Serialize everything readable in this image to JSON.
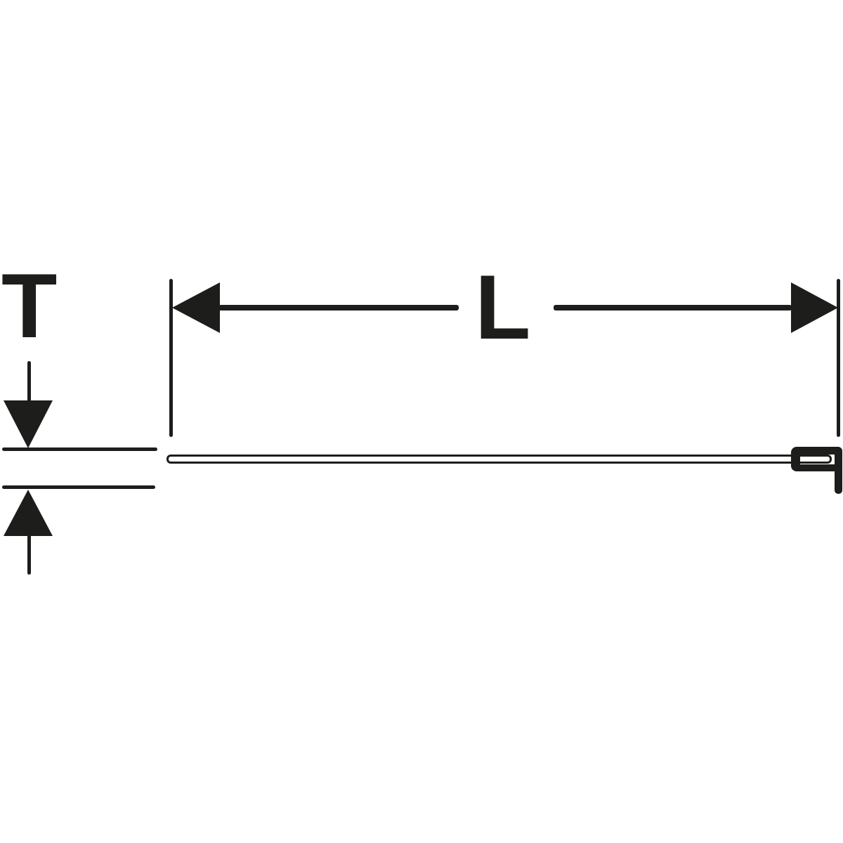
{
  "diagram": {
    "title": "panel-with-wall-clamp-dimension-drawing",
    "labels": {
      "thickness": "T",
      "length": "L"
    },
    "colors": {
      "line": "#1d1d1b",
      "background": "#ffffff"
    },
    "icons": {
      "length-left-arrow": "css-triangle-pointing-left",
      "length-right-arrow": "css-triangle-pointing-right",
      "thickness-down-arrow": "css-triangle-pointing-down",
      "thickness-up-arrow": "css-triangle-pointing-up"
    }
  }
}
